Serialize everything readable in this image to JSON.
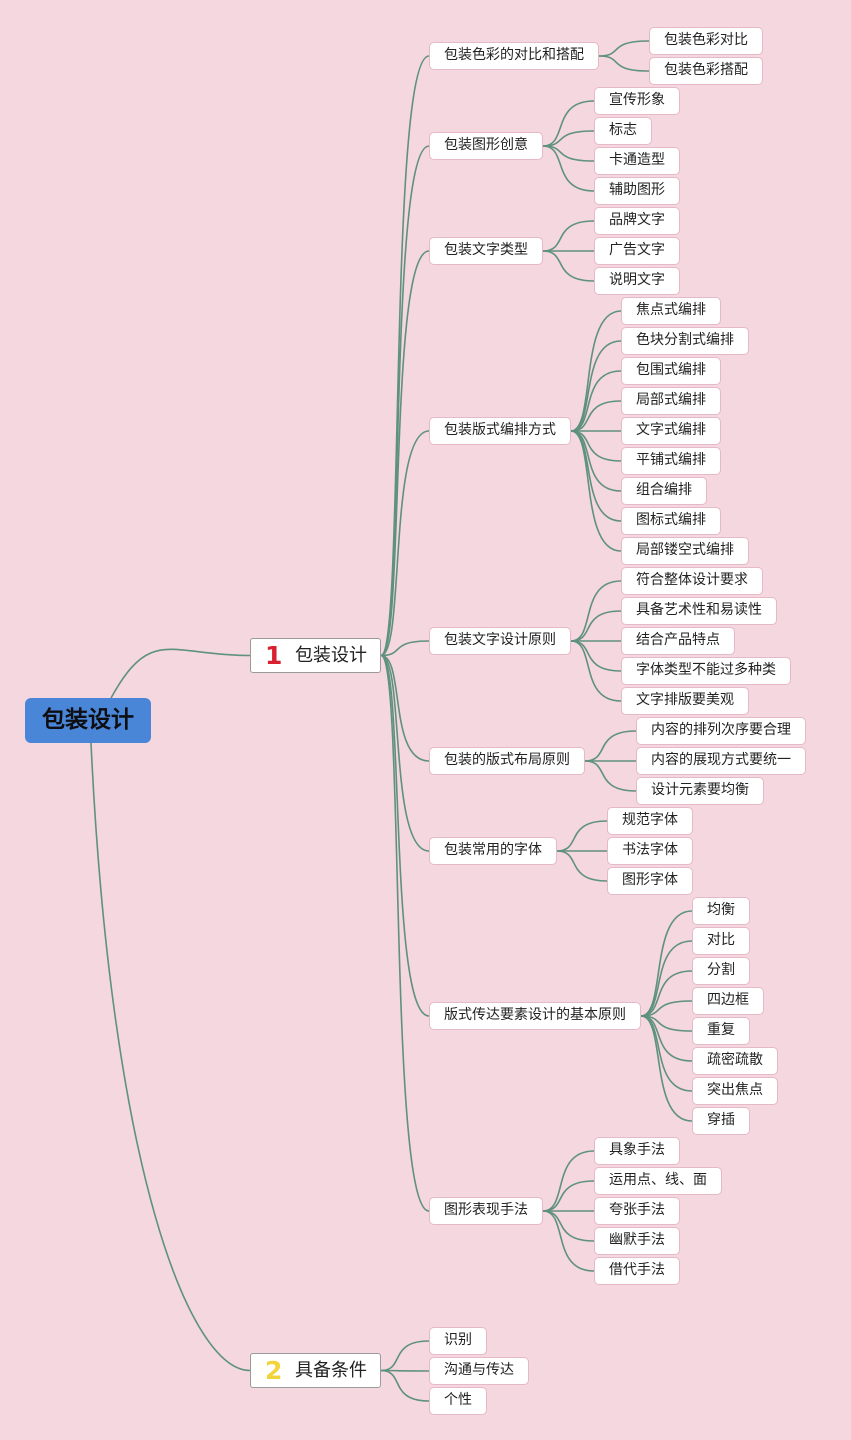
{
  "diagram": {
    "root": {
      "label": "包装设计"
    },
    "branches": [
      {
        "badge": "1",
        "badge_color": "#d8202e",
        "label": "包装设计",
        "children": [
          {
            "label": "包装色彩的对比和搭配",
            "children": [
              "包装色彩对比",
              "包装色彩搭配"
            ]
          },
          {
            "label": "包装图形创意",
            "children": [
              "宣传形象",
              "标志",
              "卡通造型",
              "辅助图形"
            ]
          },
          {
            "label": "包装文字类型",
            "children": [
              "品牌文字",
              "广告文字",
              "说明文字"
            ]
          },
          {
            "label": "包装版式编排方式",
            "children": [
              "焦点式编排",
              "色块分割式编排",
              "包围式编排",
              "局部式编排",
              "文字式编排",
              "平铺式编排",
              "组合编排",
              "图标式编排",
              "局部镂空式编排"
            ]
          },
          {
            "label": "包装文字设计原则",
            "children": [
              "符合整体设计要求",
              "具备艺术性和易读性",
              "结合产品特点",
              "字体类型不能过多种类",
              "文字排版要美观"
            ]
          },
          {
            "label": "包装的版式布局原则",
            "children": [
              "内容的排列次序要合理",
              "内容的展现方式要统一",
              "设计元素要均衡"
            ]
          },
          {
            "label": "包装常用的字体",
            "children": [
              "规范字体",
              "书法字体",
              "图形字体"
            ]
          },
          {
            "label": "版式传达要素设计的基本原则",
            "children": [
              "均衡",
              "对比",
              "分割",
              "四边框",
              "重复",
              "疏密疏散",
              "突出焦点",
              "穿插"
            ]
          },
          {
            "label": "图形表现手法",
            "children": [
              "具象手法",
              "运用点、线、面",
              "夸张手法",
              "幽默手法",
              "借代手法"
            ]
          }
        ]
      },
      {
        "badge": "2",
        "badge_color": "#f2d33a",
        "label": "具备条件",
        "children": [
          {
            "label": "识别",
            "children": []
          },
          {
            "label": "沟通与传达",
            "children": []
          },
          {
            "label": "个性",
            "children": []
          }
        ]
      }
    ]
  },
  "colors": {
    "background": "#f4d7df",
    "connector": "#5f917f",
    "root_fill": "#4a86d8",
    "node_border": "#e6b9c8"
  }
}
